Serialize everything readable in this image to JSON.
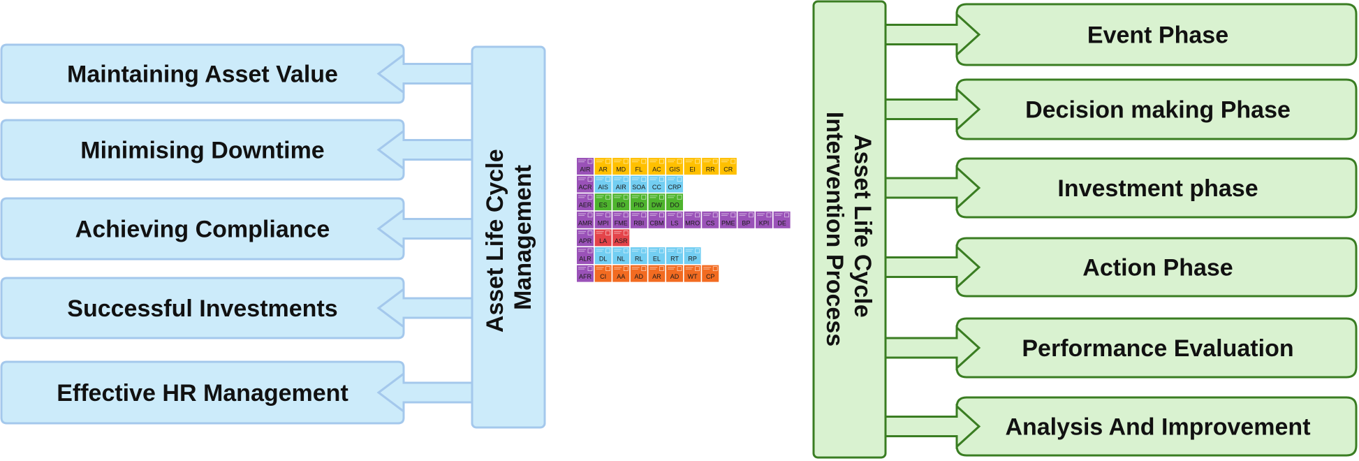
{
  "colors": {
    "left_fill": "#CCEBFA",
    "left_stroke": "#A4C8EC",
    "right_fill": "#D9F2D0",
    "right_stroke": "#3A7D22",
    "text": "#111111",
    "tile_purple": "#9A52B8",
    "tile_yellow": "#FFC000",
    "tile_blue": "#73CEF2",
    "tile_green": "#4EB42E",
    "tile_red": "#E4444A",
    "tile_orange": "#F26B21"
  },
  "left": {
    "bar_lines": [
      "Asset Life Cycle",
      "Management"
    ],
    "items": [
      "Maintaining Asset Value",
      "Minimising Downtime",
      "Achieving Compliance",
      "Successful Investments",
      "Effective HR Management"
    ]
  },
  "right": {
    "bar_lines": [
      "Asset Life Cycle",
      "Intervention Process"
    ],
    "items": [
      "Event Phase",
      "Decision making Phase",
      "Investment phase",
      "Action Phase",
      "Performance Evaluation",
      "Analysis And Improvement"
    ]
  },
  "periodic_table": {
    "rows": [
      {
        "color": "yellow",
        "head": "AIR",
        "tiles": [
          "AR",
          "MD",
          "FL",
          "AC",
          "GIS",
          "EI",
          "RR",
          "CR"
        ]
      },
      {
        "color": "blue",
        "head": "ACR",
        "tiles": [
          "AIS",
          "AIR",
          "SOA",
          "CC",
          "CRP"
        ]
      },
      {
        "color": "green",
        "head": "AER",
        "tiles": [
          "ES",
          "BD",
          "PID",
          "DW",
          "DO"
        ]
      },
      {
        "color": "purple",
        "head": "AMR",
        "tiles": [
          "MPI",
          "FME",
          "RBI",
          "CBM",
          "LS",
          "MRO",
          "CS",
          "PME",
          "BP",
          "KPI",
          "DE"
        ]
      },
      {
        "color": "red",
        "head": "APR",
        "tiles": [
          "LA",
          "ASR"
        ]
      },
      {
        "color": "blue",
        "head": "ALR",
        "tiles": [
          "DL",
          "NL",
          "RL",
          "EL",
          "RT",
          "RP"
        ]
      },
      {
        "color": "orange",
        "head": "AFR",
        "tiles": [
          "CI",
          "AA",
          "AD",
          "AR",
          "AD",
          "WT",
          "CP"
        ]
      }
    ]
  }
}
